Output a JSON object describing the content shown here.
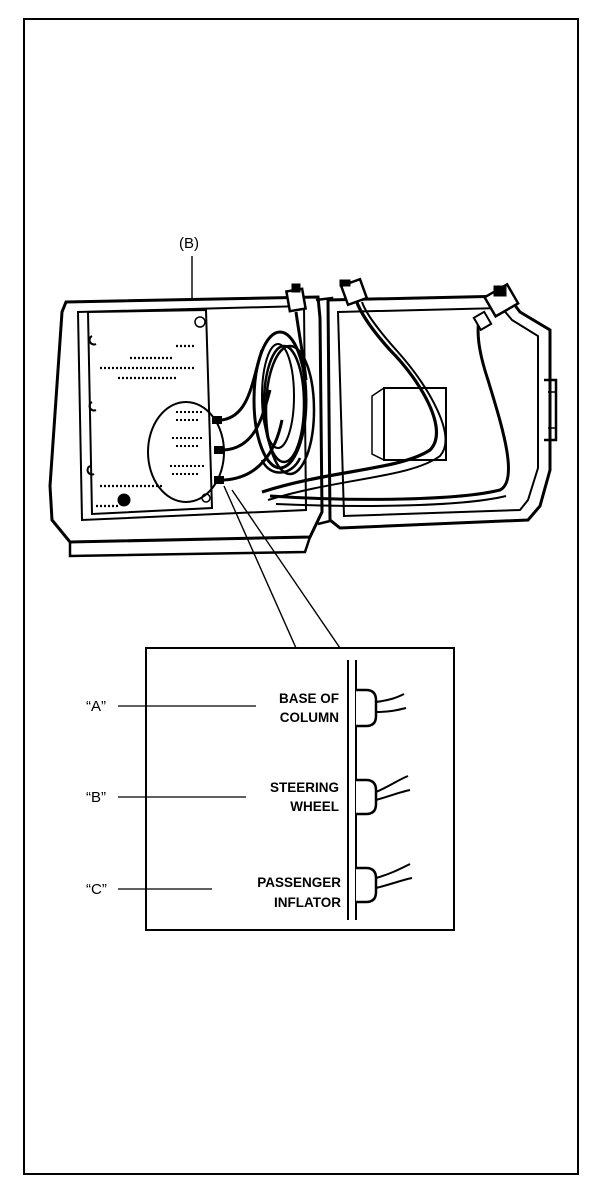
{
  "callout_top": "(B)",
  "detail": {
    "rows": [
      {
        "letter": "“A”",
        "line1": "BASE OF",
        "line2": "COLUMN"
      },
      {
        "letter": "“B”",
        "line1": "STEERING",
        "line2": "WHEEL"
      },
      {
        "letter": "“C”",
        "line1": "PASSENGER",
        "line2": "INFLATOR"
      }
    ]
  }
}
